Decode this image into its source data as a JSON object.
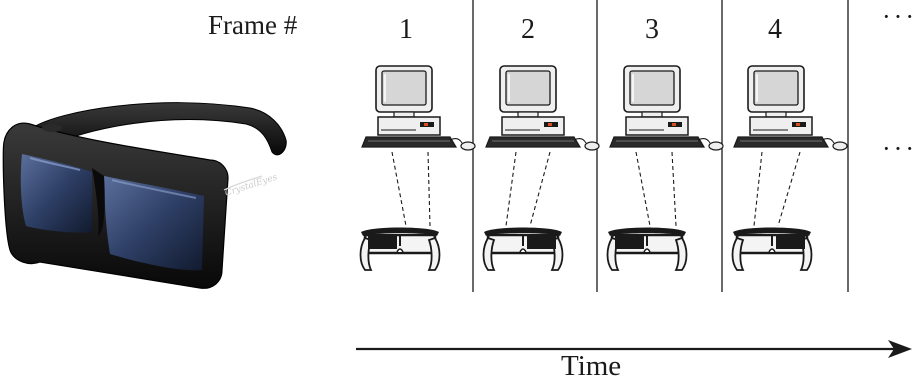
{
  "header": {
    "frame_label": "Frame #"
  },
  "frames": [
    {
      "number": "1",
      "lens_dark": "left"
    },
    {
      "number": "2",
      "lens_dark": "right"
    },
    {
      "number": "3",
      "lens_dark": "left"
    },
    {
      "number": "4",
      "lens_dark": "right"
    }
  ],
  "continuation": {
    "top": "···",
    "middle": "···"
  },
  "axis": {
    "label": "Time"
  },
  "colors": {
    "ink": "#1a1a1a",
    "glasses_body": "#141414",
    "lens_tint": "#2e3f66",
    "monitor_screen": "#d6d6d6",
    "monitor_body": "#efefef"
  }
}
